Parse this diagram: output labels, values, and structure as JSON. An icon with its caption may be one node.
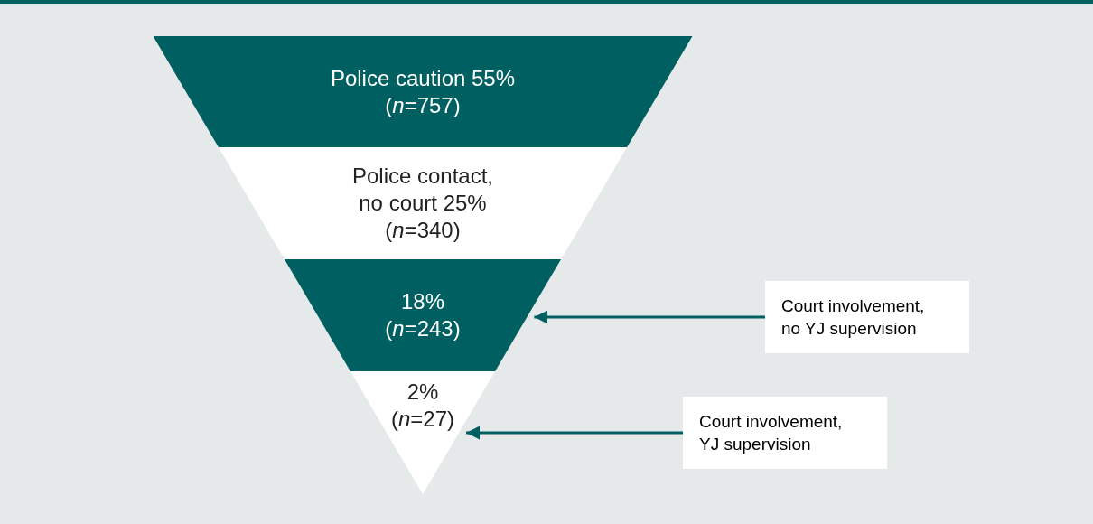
{
  "diagram": {
    "nodes": [
      {
        "text": [
          "Police caution 55% (*n*=757)"
        ]
      },
      {
        "text": [
          "Police contact, no court 25% (*n*=340)"
        ]
      },
      {
        "text": [
          "18% (*n*=243)"
        ]
      },
      {
        "text": [
          "2% (*n*=27)"
        ]
      },
      {
        "text": [
          "Court involvement, no YJ supervision"
        ]
      },
      {
        "text": [
          "Court involvement, YJ supervision"
        ]
      }
    ],
    "edges": [
      {
        "from": 4,
        "to": 2,
        "arrow": "to"
      },
      {
        "from": 5,
        "to": 3,
        "arrow": "to"
      }
    ]
  }
}
